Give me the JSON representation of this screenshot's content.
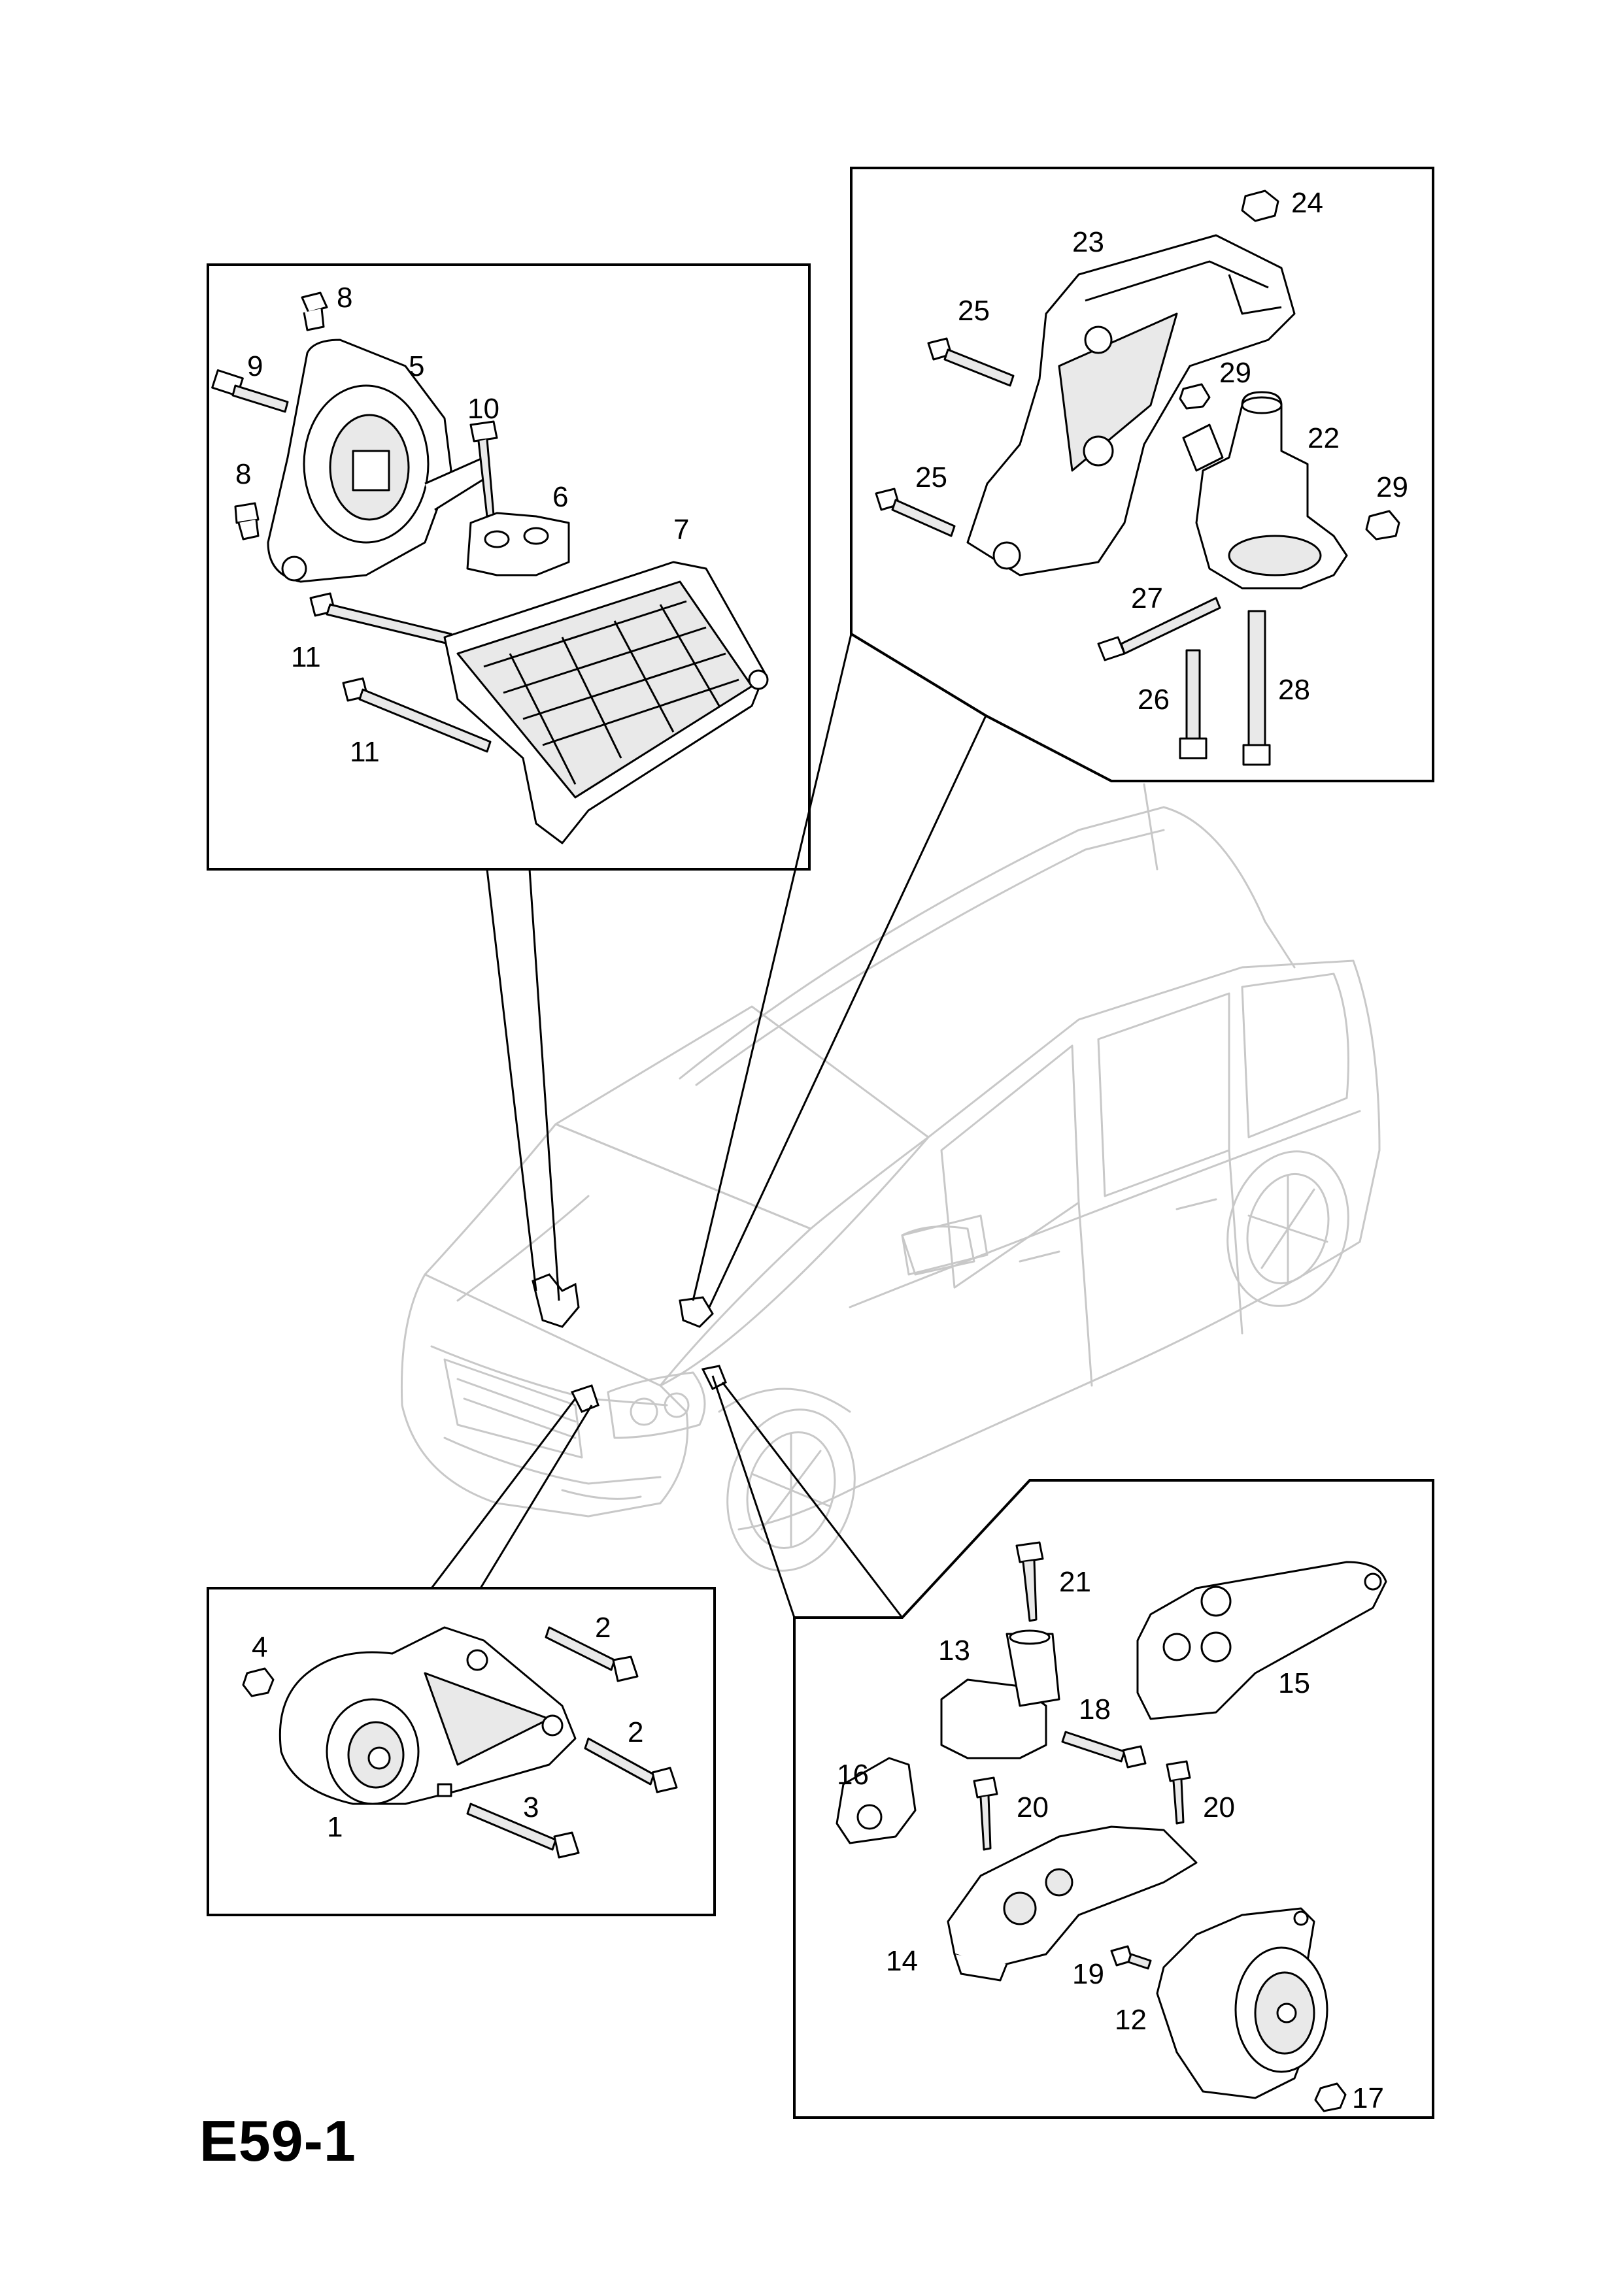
{
  "diagram": {
    "page_code": "E59-1",
    "callouts": {
      "box_top_left": [
        "8",
        "9",
        "5",
        "10",
        "6",
        "8",
        "7",
        "11",
        "11"
      ],
      "box_top_right": [
        "24",
        "23",
        "25",
        "29",
        "22",
        "25",
        "29",
        "27",
        "26",
        "28"
      ],
      "box_bottom_left": [
        "4",
        "2",
        "2",
        "3",
        "1"
      ],
      "box_bottom_right": [
        "21",
        "13",
        "15",
        "18",
        "16",
        "20",
        "20",
        "14",
        "19",
        "12",
        "17"
      ]
    },
    "colors": {
      "line": "#000000",
      "vehicle": "#c8c8c8",
      "part_shade": "#e9e9e9",
      "background": "#ffffff"
    }
  }
}
